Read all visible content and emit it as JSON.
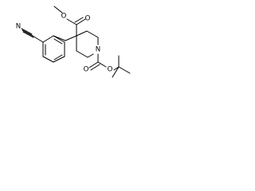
{
  "structure": {
    "atom_labels": {
      "ester_carbonyl_o": "O",
      "ester_ether_o": "O",
      "nitrile_n": "N",
      "piperidine_n": "N",
      "carbamate_carbonyl_o": "O",
      "carbamate_ether_o": "O"
    }
  }
}
